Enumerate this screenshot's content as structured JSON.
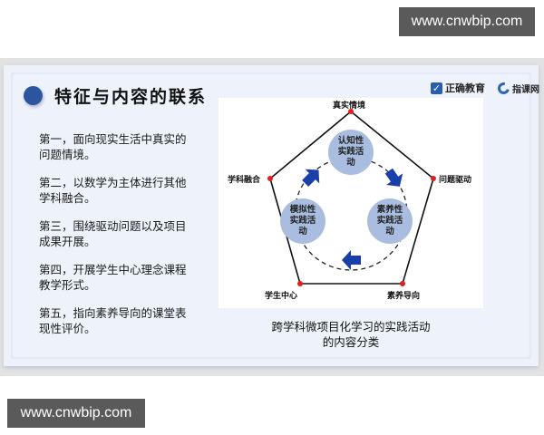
{
  "watermarks": {
    "top": "www.cnwbip.com",
    "bottom": "www.cnwbip.com"
  },
  "slide": {
    "title": "特征与内容的联系",
    "logos": {
      "check_icon": "check-icon",
      "brand1": "正确教育",
      "brand2_icon": "zhike-logo-icon",
      "brand2": "指课网"
    },
    "points": [
      {
        "line1": "第一，面向现实生活中真实的",
        "line2": "问题情境。"
      },
      {
        "line1": "第二，以数学为主体进行其他",
        "line2": "学科融合。"
      },
      {
        "line1": "第三，围绕驱动问题以及项目",
        "line2": "成果开展。"
      },
      {
        "line1": "第四，开展学生中心理念课程",
        "line2": "教学形式。"
      },
      {
        "line1": "第五，指向素养导向的课堂表",
        "line2": "现性评价。"
      }
    ],
    "diagram": {
      "vertices": {
        "top": "真实情境",
        "right": "问题驱动",
        "bottom_right": "素养导向",
        "bottom_left": "学生中心",
        "left": "学科融合"
      },
      "circles": {
        "top": {
          "l1": "认知性",
          "l2": "实践活",
          "l3": "动"
        },
        "right": {
          "l1": "素养性",
          "l2": "实践活",
          "l3": "动"
        },
        "left": {
          "l1": "模拟性",
          "l2": "实践活",
          "l3": "动"
        }
      },
      "colors": {
        "circle_fill": "#a9bde0",
        "arrow": "#1a3fa8",
        "vertex_dot": "#e02020",
        "pentagon_line": "#111111"
      }
    },
    "caption": {
      "line1": "跨学科微项目化学习的实践活动",
      "line2": "的内容分类"
    }
  }
}
